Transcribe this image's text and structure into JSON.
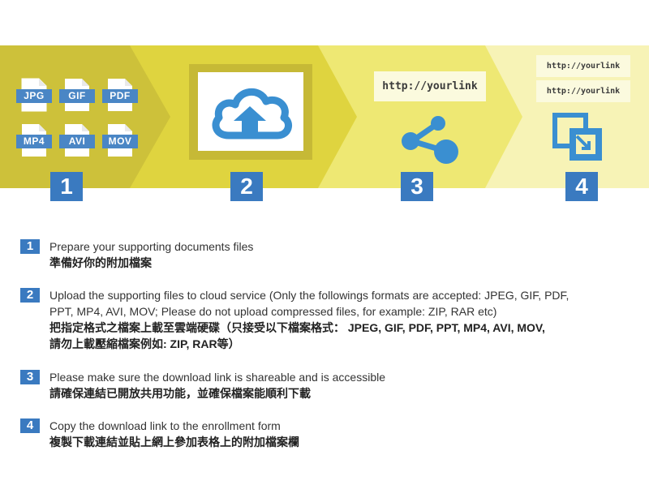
{
  "banner": {
    "colors": {
      "stage1": "#cdc13a",
      "stage2": "#dfd43f",
      "stage3": "#eee873",
      "stage4": "#f7f3b6",
      "accent_blue": "#3a7ac0",
      "icon_blue": "#4a86c5"
    },
    "file_types": [
      "JPG",
      "GIF",
      "PDF",
      "MP4",
      "AVI",
      "MOV"
    ],
    "step_numbers": [
      "1",
      "2",
      "3",
      "4"
    ],
    "cloud_icon": "cloud-upload-icon",
    "share_icon": "share-icon",
    "copy_icon": "copy-link-icon",
    "link_step3": "http://yourlink",
    "link_step4_a": "http://yourlink",
    "link_step4_b": "http://yourlink"
  },
  "steps": [
    {
      "number": "1",
      "lines": [
        "Prepare your supporting documents files",
        "準備好你的附加檔案"
      ]
    },
    {
      "number": "2",
      "lines": [
        "Upload the supporting files to cloud service (Only the followings formats are accepted: JPEG, GIF, PDF,",
        "PPT, MP4, AVI, MOV; Please do not upload compressed files, for example: ZIP, RAR etc)",
        "把指定格式之檔案上載至雲端硬碟（只接受以下檔案格式： JPEG, GIF, PDF, PPT, MP4, AVI, MOV,",
        "請勿上載壓縮檔案例如: ZIP, RAR等）"
      ]
    },
    {
      "number": "3",
      "lines": [
        "Please make sure the download link is shareable and is accessible",
        "請確保連結已開放共用功能，並確保檔案能順利下載"
      ]
    },
    {
      "number": "4",
      "lines": [
        "Copy the download link to the enrollment form",
        "複製下載連結並貼上網上參加表格上的附加檔案欄"
      ]
    }
  ]
}
